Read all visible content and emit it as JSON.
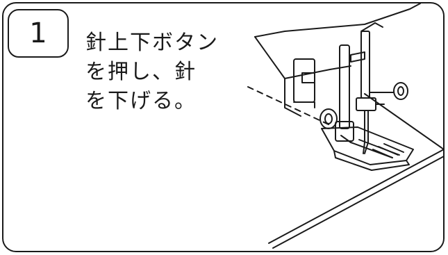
{
  "step": {
    "number": "1"
  },
  "instruction": {
    "lines": [
      "針上下ボタン",
      "を押し、針",
      "を下げる。"
    ]
  },
  "illustration": {
    "subject": "sewing-machine-presser-foot-needle-lowered",
    "line_color": "#1a1a1a"
  }
}
